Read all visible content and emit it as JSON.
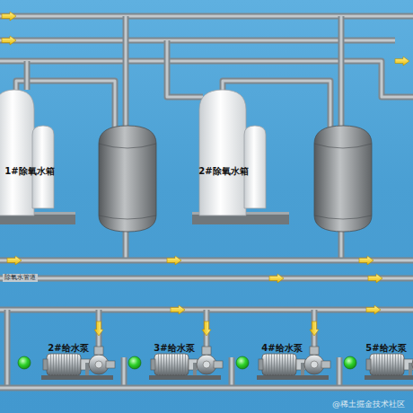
{
  "diagram": {
    "nodes": [
      {
        "text": [
          "1#除氧水箱"
        ]
      },
      {
        "text": [
          "2#除氧水箱"
        ]
      },
      {
        "text": [
          "2#给水泵"
        ]
      },
      {
        "text": [
          "3#给水泵"
        ]
      },
      {
        "text": [
          "4#给水泵"
        ]
      },
      {
        "text": [
          "5#给水泵"
        ]
      }
    ],
    "labels": [
      "除氧水管道",
      "@稀土掘金技术社区"
    ]
  }
}
